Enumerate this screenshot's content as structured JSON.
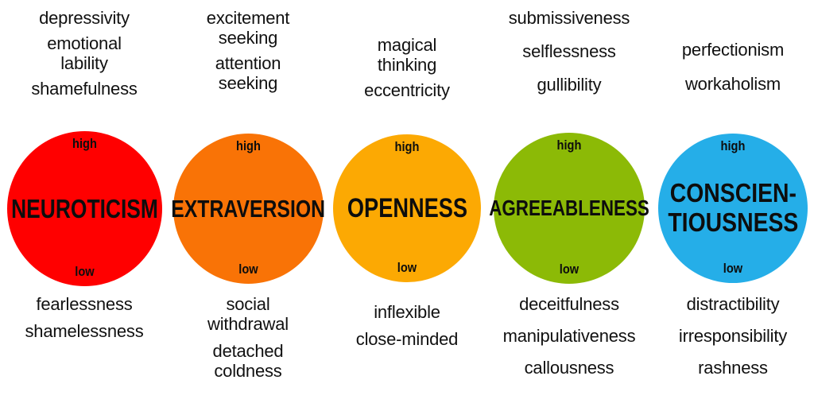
{
  "page": {
    "title": "Big Five Personality Traits - high and low facets",
    "background_color": "#ffffff",
    "text_color": "#111111"
  },
  "labels": {
    "high": "high",
    "low": "low"
  },
  "traits": [
    {
      "name": "NEUROTICISM",
      "color": "#FF0000",
      "pole_high": "high",
      "pole_low": "low",
      "high_facets": [
        "depressivity",
        "emotional\nlability",
        "shamefulness"
      ],
      "low_facets": [
        "fearlessness",
        "shamelessness"
      ]
    },
    {
      "name": "EXTRAVERSION",
      "color": "#F97306",
      "pole_high": "high",
      "pole_low": "low",
      "high_facets": [
        "excitement\nseeking",
        "attention\nseeking"
      ],
      "low_facets": [
        "social\nwithdrawal",
        "detached\ncoldness"
      ]
    },
    {
      "name": "OPENNESS",
      "color": "#FCA903",
      "pole_high": "high",
      "pole_low": "low",
      "high_facets": [
        "magical\nthinking",
        "eccentricity"
      ],
      "low_facets": [
        "inflexible",
        "close-minded"
      ]
    },
    {
      "name": "AGREEABLENESS",
      "color": "#8CBA06",
      "pole_high": "high",
      "pole_low": "low",
      "high_facets": [
        "submissiveness",
        "selflessness",
        "gullibility"
      ],
      "low_facets": [
        "deceitfulness",
        "manipulativeness",
        "callousness"
      ]
    },
    {
      "name": "CONSCIEN-\nTIOUSNESS",
      "color": "#25AEE8",
      "pole_high": "high",
      "pole_low": "low",
      "high_facets": [
        "perfectionism",
        "workaholism"
      ],
      "low_facets": [
        "distractibility",
        "irresponsibility",
        "rashness"
      ]
    }
  ]
}
